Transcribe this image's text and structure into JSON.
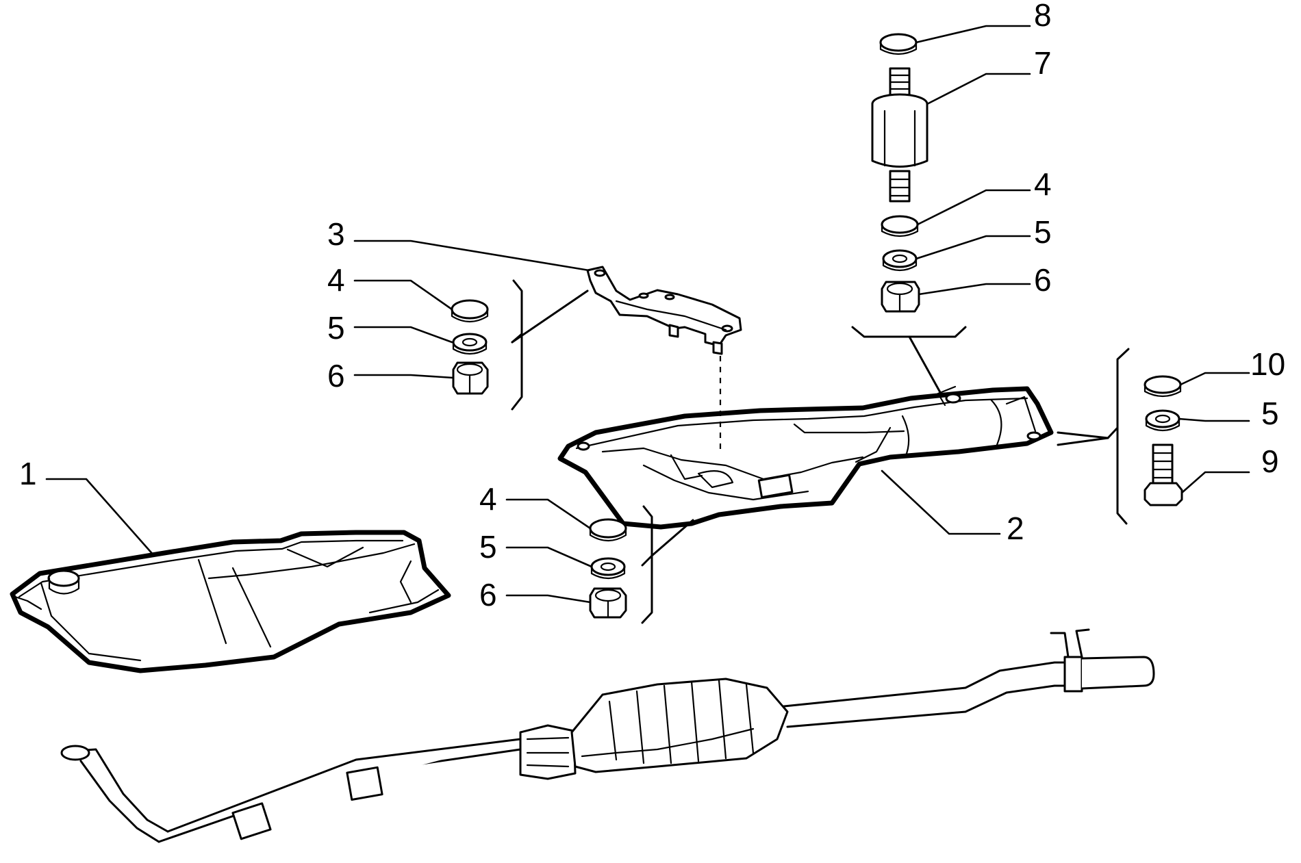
{
  "callouts": {
    "c1": "1",
    "c2": "2",
    "c3": "3",
    "c4_left": "4",
    "c5_left": "5",
    "c6_left": "6",
    "c4_bottom": "4",
    "c5_bottom": "5",
    "c6_bottom": "6",
    "c8_top": "8",
    "c7_top": "7",
    "c4_top": "4",
    "c5_top": "5",
    "c6_top": "6",
    "c10_right": "10",
    "c5_right": "5",
    "c9_right": "9"
  }
}
